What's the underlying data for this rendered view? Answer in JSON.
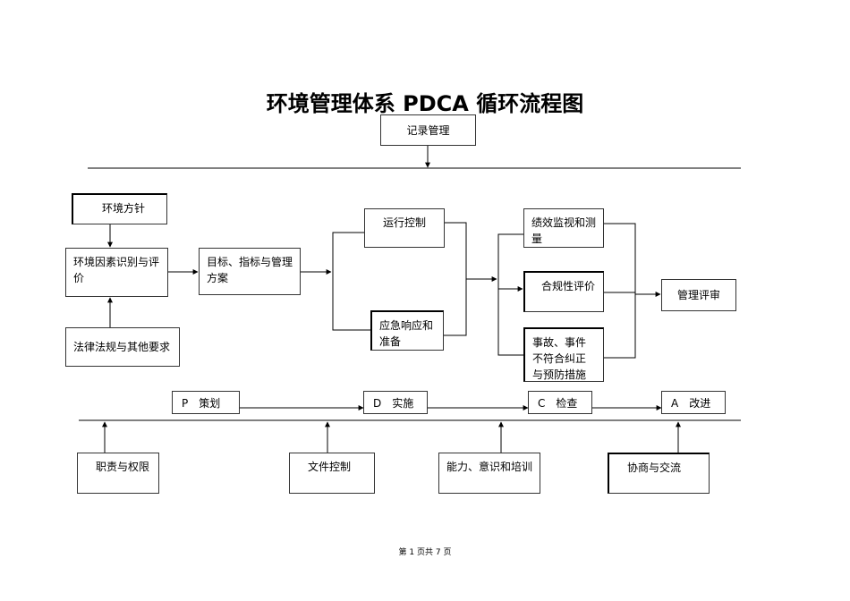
{
  "title": "环境管理体系 PDCA 循环流程图",
  "top_box": "记录管理",
  "plan": {
    "policy": "环境方针",
    "aspects": "环境因素识别与评价",
    "legal": "法律法规与其他要求",
    "objectives": "目标、指标与管理方案"
  },
  "do": {
    "operation": "运行控制",
    "emergency": "应急响应和准备"
  },
  "check": {
    "monitoring": "绩效监视和测量",
    "compliance": "合规性评价",
    "corrective": "事故、事件不符合纠正与预防措施"
  },
  "act": {
    "review": "管理评审"
  },
  "phases": {
    "p": "P　策划",
    "d": "D　实施",
    "c": "C　检查",
    "a": "A　改进"
  },
  "supports": {
    "responsibility": "职责与权限",
    "document": "文件控制",
    "competence": "能力、意识和培训",
    "communication": "协商与交流"
  },
  "footer": "第 1 页共 7 页"
}
